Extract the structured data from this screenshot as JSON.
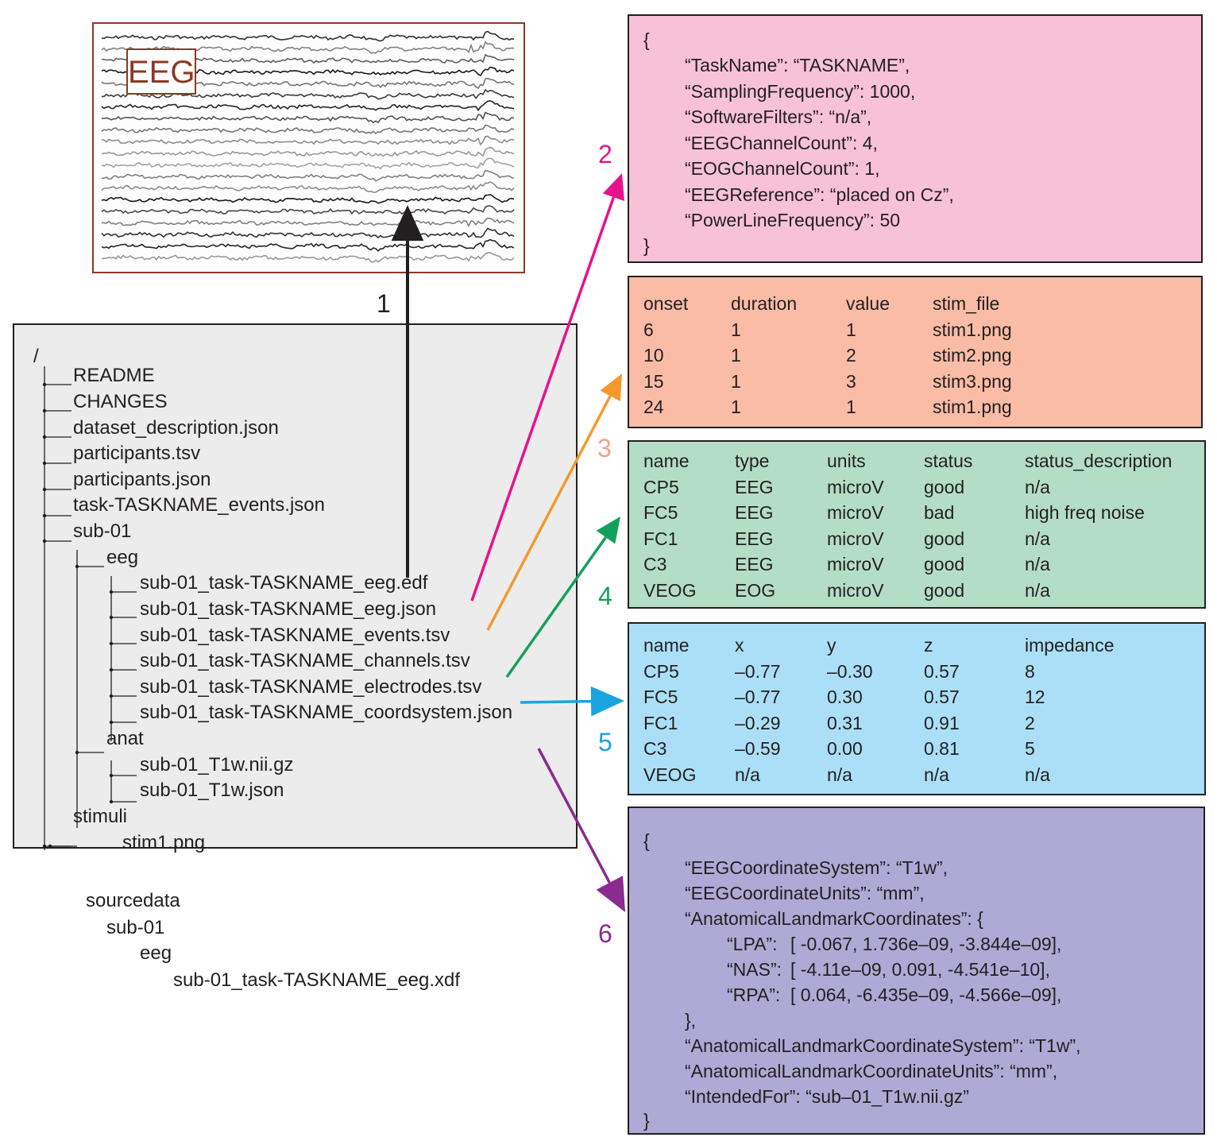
{
  "eeg_panel": {
    "label": "EEG",
    "label_color": "#8a3a22"
  },
  "arrow_labels": [
    {
      "id": "1",
      "text": "1",
      "color": "#231f20"
    },
    {
      "id": "2",
      "text": "2",
      "color": "#e6128c"
    },
    {
      "id": "3",
      "text": "3",
      "color": "#f2a287"
    },
    {
      "id": "4",
      "text": "4",
      "color": "#14a05a"
    },
    {
      "id": "5",
      "text": "5",
      "color": "#1ba3e0"
    },
    {
      "id": "6",
      "text": "6",
      "color": "#8b2a8f"
    }
  ],
  "arrow_colors": {
    "eeg_edf": "#231f20",
    "eeg_json": "#e6128c",
    "events": "#f39a2c",
    "channels": "#14a05a",
    "electrodes": "#1ba3e0",
    "coordsystem": "#8b2a8f"
  },
  "file_tree": {
    "root": "/",
    "items": [
      {
        "name": "README",
        "depth": 1
      },
      {
        "name": "CHANGES",
        "depth": 1
      },
      {
        "name": "dataset_description.json",
        "depth": 1
      },
      {
        "name": "participants.tsv",
        "depth": 1
      },
      {
        "name": "participants.json",
        "depth": 1
      },
      {
        "name": "task-TASKNAME_events.json",
        "depth": 1
      },
      {
        "name": "sub-01",
        "depth": 1
      },
      {
        "name": "eeg",
        "depth": 2
      },
      {
        "name": "sub-01_task-TASKNAME_eeg.edf",
        "depth": 3
      },
      {
        "name": "sub-01_task-TASKNAME_eeg.json",
        "depth": 3
      },
      {
        "name": "sub-01_task-TASKNAME_events.tsv",
        "depth": 3
      },
      {
        "name": "sub-01_task-TASKNAME_channels.tsv",
        "depth": 3
      },
      {
        "name": "sub-01_task-TASKNAME_electrodes.tsv",
        "depth": 3
      },
      {
        "name": "sub-01_task-TASKNAME_coordsystem.json",
        "depth": 3
      },
      {
        "name": "anat",
        "depth": 2
      },
      {
        "name": "sub-01_T1w.nii.gz",
        "depth": 3
      },
      {
        "name": "sub-01_T1w.json",
        "depth": 3
      },
      {
        "name": "stimuli",
        "depth": 1
      },
      {
        "name": "stim1.png",
        "depth": 2
      },
      {
        "name": "sourcedata",
        "depth": 1
      },
      {
        "name": "sub-01",
        "depth": 2
      },
      {
        "name": "eeg",
        "depth": 3
      },
      {
        "name": "sub-01_task-TASKNAME_eeg.xdf",
        "depth": 4
      }
    ],
    "ellipsis": "⋮"
  },
  "eeg_json": {
    "open": "{",
    "close": "}",
    "lines": [
      "“TaskName”: “TASKNAME”,",
      "“SamplingFrequency”: 1000,",
      "“SoftwareFilters”: “n/a”,",
      "“EEGChannelCount”: 4,",
      "“EOGChannelCount”: 1,",
      "“EEGReference”: “placed on Cz”,",
      "“PowerLineFrequency”: 50"
    ]
  },
  "events_tsv": {
    "columns": [
      "onset",
      "duration",
      "value",
      "stim_file"
    ],
    "rows": [
      [
        "6",
        "1",
        "1",
        "stim1.png"
      ],
      [
        "10",
        "1",
        "2",
        "stim2.png"
      ],
      [
        "15",
        "1",
        "3",
        "stim3.png"
      ],
      [
        "24",
        "1",
        "1",
        "stim1.png"
      ]
    ]
  },
  "channels_tsv": {
    "columns": [
      "name",
      "type",
      "units",
      "status",
      "status_description"
    ],
    "rows": [
      [
        "CP5",
        "EEG",
        "microV",
        "good",
        "n/a"
      ],
      [
        "FC5",
        "EEG",
        "microV",
        "bad",
        "high freq noise"
      ],
      [
        "FC1",
        "EEG",
        "microV",
        "good",
        "n/a"
      ],
      [
        "C3",
        "EEG",
        "microV",
        "good",
        "n/a"
      ],
      [
        "VEOG",
        "EOG",
        "microV",
        "good",
        "n/a"
      ]
    ]
  },
  "electrodes_tsv": {
    "columns": [
      "name",
      "x",
      "y",
      "z",
      "impedance"
    ],
    "rows": [
      [
        "CP5",
        "–0.77",
        "–0.30",
        "0.57",
        "8"
      ],
      [
        "FC5",
        "–0.77",
        "0.30",
        "0.57",
        "12"
      ],
      [
        "FC1",
        "–0.29",
        "0.31",
        "0.91",
        "2"
      ],
      [
        "C3",
        "–0.59",
        "0.00",
        "0.81",
        "5"
      ],
      [
        "VEOG",
        "n/a",
        "n/a",
        "n/a",
        "n/a"
      ]
    ]
  },
  "coordsystem_json": {
    "open": "{",
    "close": "}",
    "line1": "“EEGCoordinateSystem”: “T1w”,",
    "line2": "“EEGCoordinateUnits”: “mm”,",
    "line3": "“AnatomicalLandmarkCoordinates”: {",
    "landmarks": [
      {
        "key": "“LPA”:",
        "value": "[ -0.067, 1.736e–09, -3.844e–09],"
      },
      {
        "key": "“NAS”:",
        "value": "[ -4.11e–09, 0.091, -4.541e–10],"
      },
      {
        "key": "“RPA”:",
        "value": "[ 0.064, -6.435e–09, -4.566e–09],"
      }
    ],
    "inner_close": "},",
    "line4": "“AnatomicalLandmarkCoordinateSystem”: “T1w”,",
    "line5": "“AnatomicalLandmarkCoordinateUnits”: “mm”,",
    "line6": "“IntendedFor”:   “sub–01_T1w.nii.gz”"
  }
}
